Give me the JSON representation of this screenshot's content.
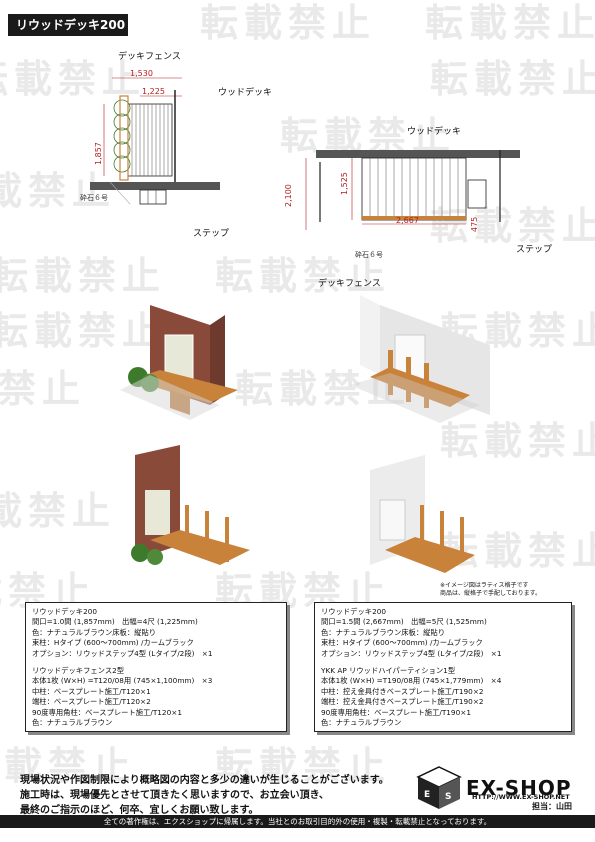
{
  "title": "リウッドデッキ200",
  "watermark": "転載禁止",
  "plan_left": {
    "labels": {
      "fence": "デッキフェンス",
      "deck": "ウッドデッキ",
      "gravel": "砕石６号",
      "step": "ステップ"
    },
    "dims": {
      "w_total": "1,530",
      "w_deck": "1,225",
      "depth": "1,857"
    }
  },
  "plan_right": {
    "labels": {
      "deck": "ウッドデッキ",
      "step": "ステップ",
      "gravel": "砕石６号",
      "fence": "デッキフェンス"
    },
    "dims": {
      "height": "2,100",
      "depth": "1,525",
      "width": "2,667",
      "step": "475"
    }
  },
  "image_note": {
    "line1": "※イメージ図はラティス格子です",
    "line2": "商品は、縦格子で手配しております。"
  },
  "spec_left": {
    "title": "リウッドデッキ200",
    "lines": [
      "間口=1.0間 (1,857mm)　出幅=4尺 (1,225mm)",
      "色：ナチュラルブラウン床板：縦貼り",
      "束柱：Hタイプ (600〜700mm) /カームブラック",
      "オプション：リウッドステップ4型 (Lタイプ/2段)　×1"
    ],
    "fence_title": "リウッドデッキフェンス2型",
    "fence_lines": [
      "本体1枚 (W×H) =T120/08用 (745×1,100mm)　×3",
      "中柱：ベースプレート施工/T120×1",
      "端柱：ベースプレート施工/T120×2",
      "90度専用角柱：ベースプレート施工/T120×1",
      "色：ナチュラルブラウン"
    ]
  },
  "spec_right": {
    "title": "リウッドデッキ200",
    "lines": [
      "間口=1.5間 (2,667mm)　出幅=5尺 (1,525mm)",
      "色：ナチュラルブラウン床板：縦貼り",
      "束柱：Hタイプ (600〜700mm) /カームブラック",
      "オプション：リウッドステップ4型 (Lタイプ/2段)　×1"
    ],
    "fence_title": "YKK AP リウッドハイパーティション1型",
    "fence_lines": [
      "本体1枚 (W×H) =T190/08用 (745×1,779mm)　×4",
      "中柱：控え金具付きベースプレート施工/T190×2",
      "端柱：控え金具付きベースプレート施工/T190×2",
      "90度専用角柱：ベースプレート施工/T190×1",
      "色：ナチュラルブラウン"
    ]
  },
  "note": {
    "line1": "現場状況や作図制限により概略図の内容と多少の違いが生じることがございます。",
    "line2": "施工時は、現場優先とさせて頂きたく思いますので、お立会い頂き、",
    "line3": "最終のご指示のほど、何卒、宜しくお願い致します。"
  },
  "brand": {
    "logo": "EX-SHOP",
    "url": "HTTP://WWW.EX-SHOP.NET",
    "person": "担当：山田"
  },
  "footer": "全ての著作権は、エクスショップに帰属します。当社とのお取引目的外の使用・複製・転載禁止となっております。",
  "colors": {
    "dimension": "#b42020",
    "wood": "#c8823a",
    "brick": "#8a4a3a",
    "plant": "#3d7a2c"
  }
}
